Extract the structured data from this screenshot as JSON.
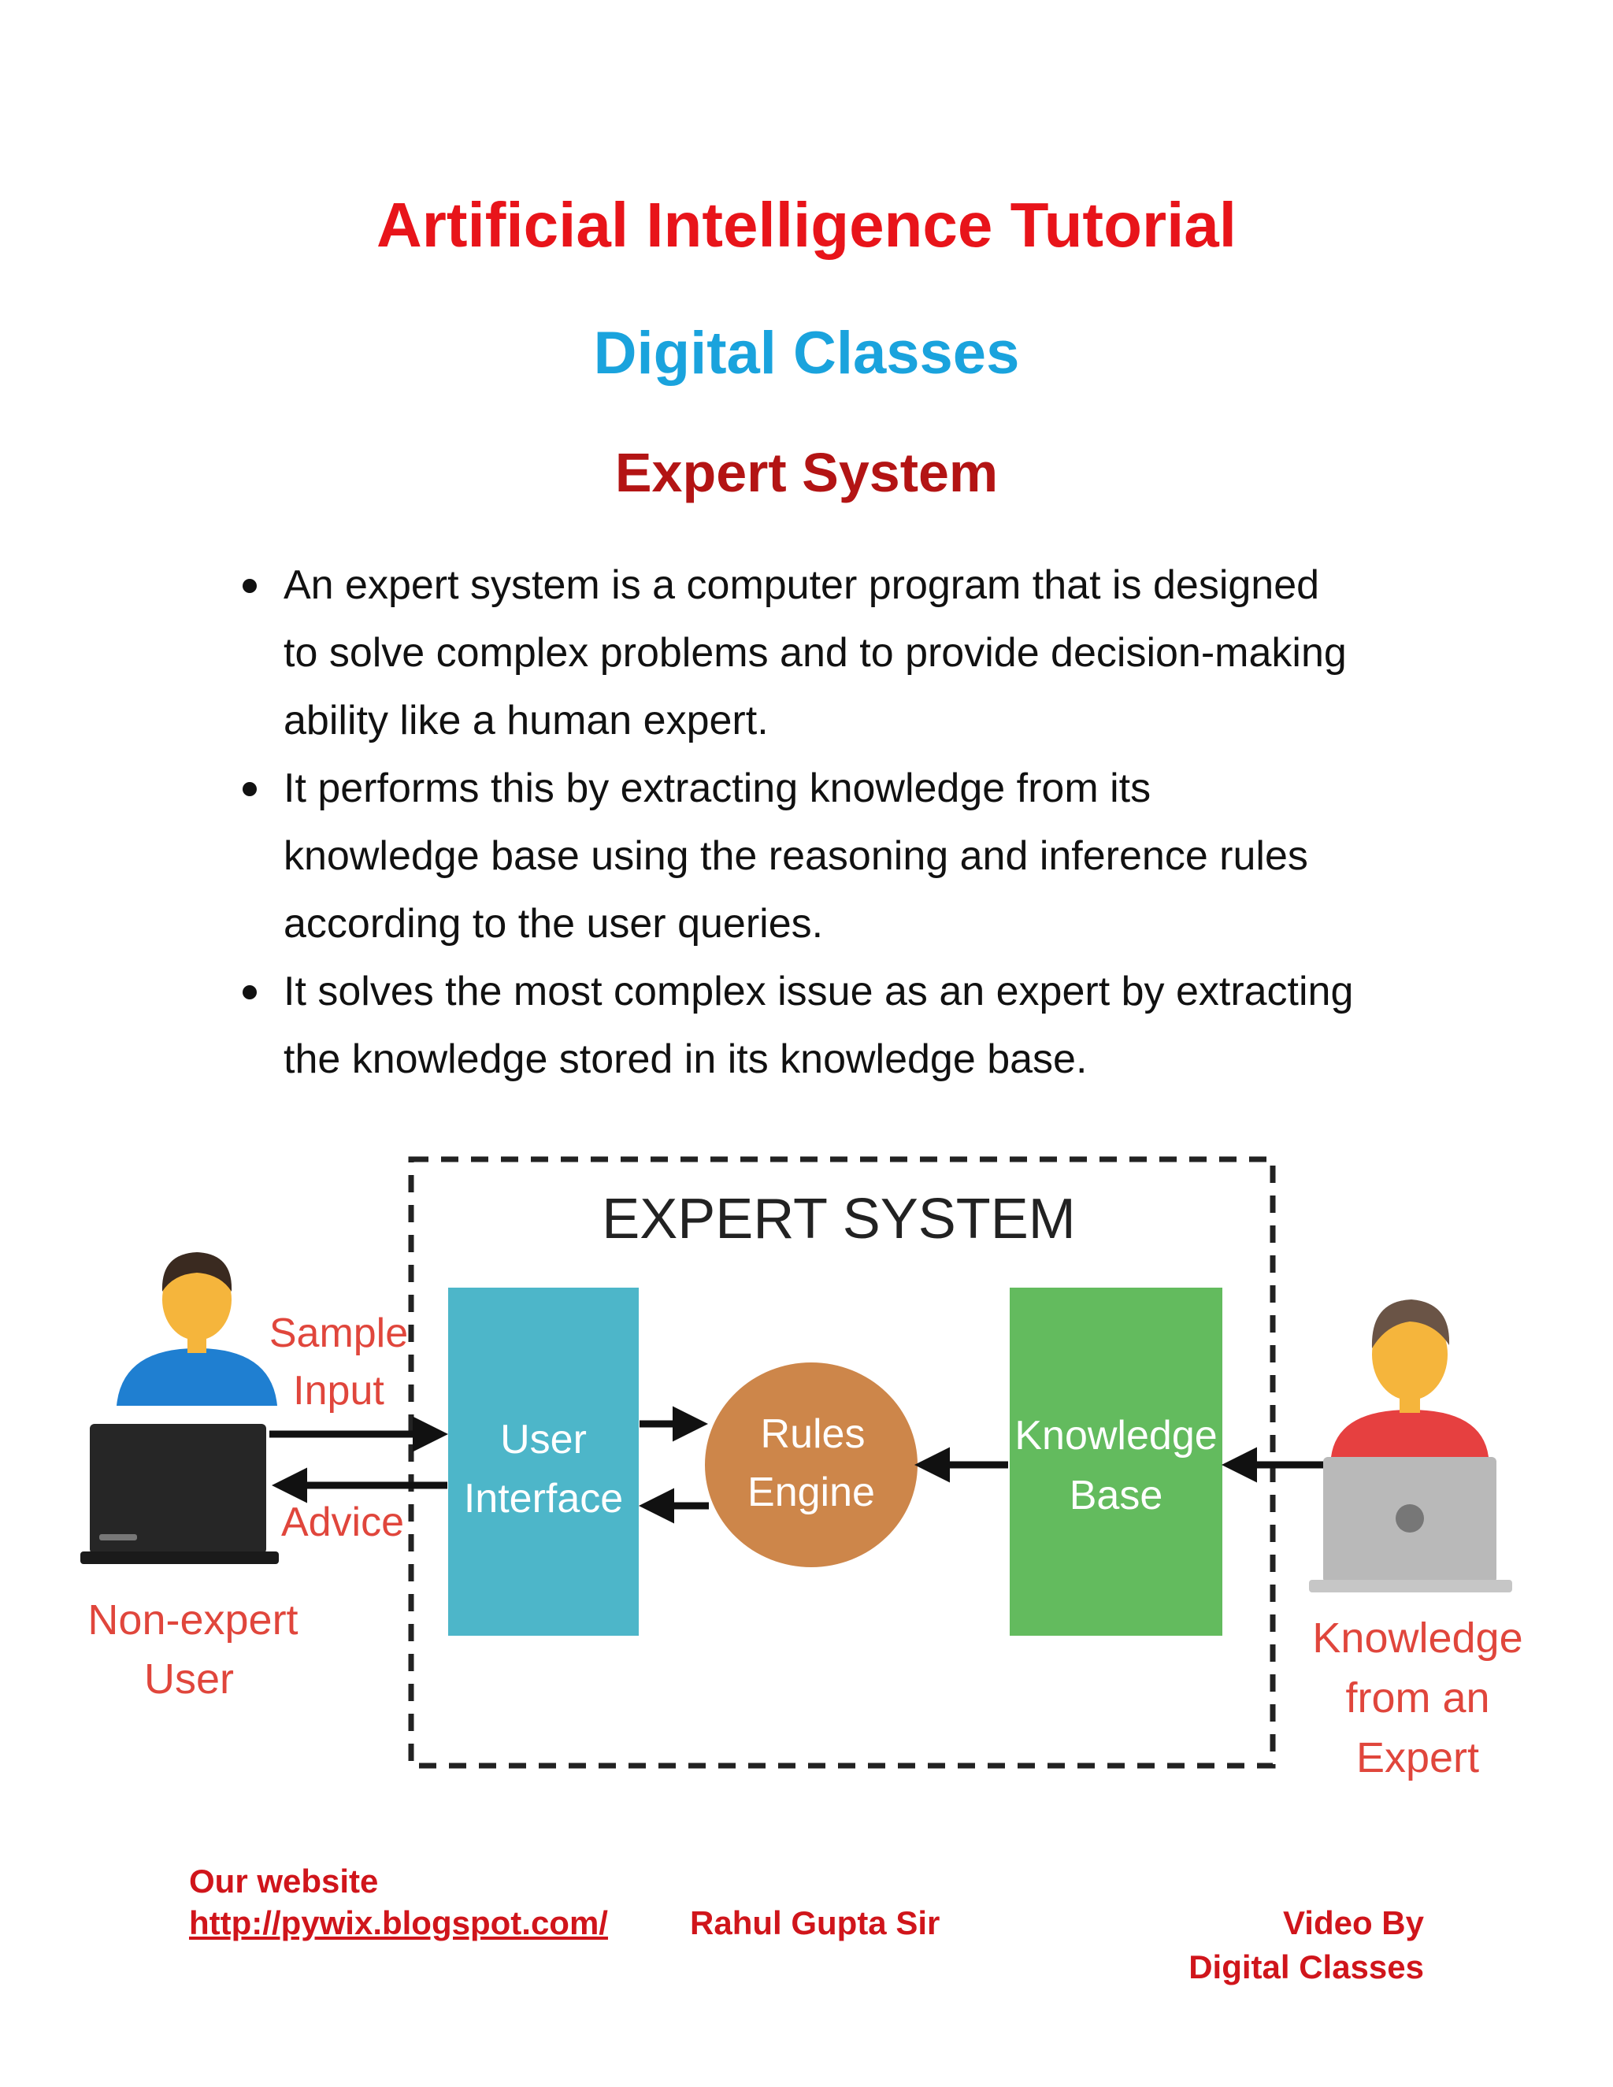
{
  "header": {
    "title": "Artificial Intelligence Tutorial",
    "subtitle": "Digital Classes",
    "topic": "Expert System"
  },
  "bullets": [
    {
      "lines": [
        "An expert system is a computer program that is designed",
        "to solve complex problems and to provide decision-making",
        "ability like a human expert."
      ]
    },
    {
      "lines": [
        "It performs this by extracting knowledge from its",
        "knowledge base using the reasoning and inference rules",
        "according to the user queries."
      ]
    },
    {
      "lines": [
        "It solves the most complex issue as an expert by extracting",
        "the knowledge stored in its knowledge base."
      ]
    }
  ],
  "diagram": {
    "heading": "EXPERT SYSTEM",
    "sample_input": [
      "Sample",
      "Input"
    ],
    "advice": "Advice",
    "non_expert": [
      "Non-expert",
      "User"
    ],
    "user_interface": [
      "User",
      "Interface"
    ],
    "rules_engine": [
      "Rules",
      "Engine"
    ],
    "knowledge_base": [
      "Knowledge",
      "Base"
    ],
    "expert": [
      "Knowledge",
      "from an",
      "Expert"
    ],
    "colors": {
      "label_red": "#e0463c",
      "ui_box": "#4db6c9",
      "engine": "#cd864a",
      "kb_box": "#63bb5e",
      "user_shirt": "#1f7fd1",
      "expert_shirt": "#e64040",
      "skin": "#f5b53c",
      "hair": "#3a2a20"
    }
  },
  "footer": {
    "site_label": "Our website",
    "site_url": "http://pywix.blogspot.com/",
    "author": "Rahul Gupta Sir",
    "video_by": "Video By",
    "channel": "Digital Classes"
  }
}
